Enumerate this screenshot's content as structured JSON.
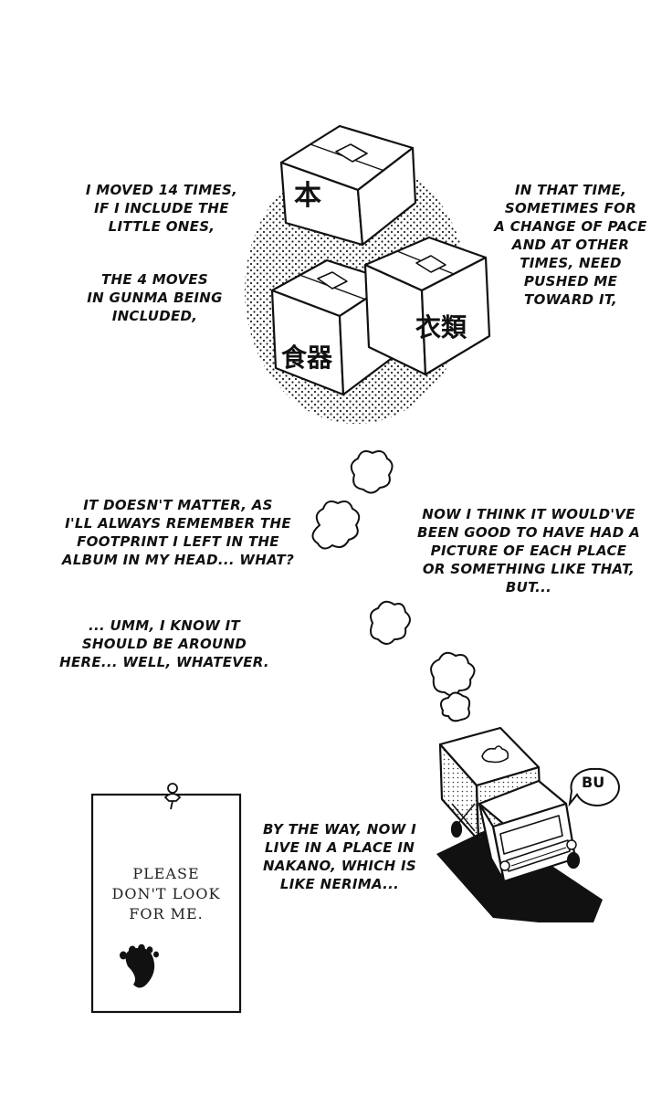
{
  "captions": {
    "moved": [
      "I MOVED 14 TIMES,",
      "IF I INCLUDE THE",
      "LITTLE ONES,"
    ],
    "gunma": [
      "THE 4 MOVES",
      "IN GUNMA BEING",
      "INCLUDED,"
    ],
    "that_time": [
      "IN THAT TIME,",
      "SOMETIMES FOR",
      "A CHANGE OF PACE",
      "AND AT OTHER",
      "TIMES, NEED",
      "PUSHED ME",
      "TOWARD IT,"
    ],
    "doesnt_matter": [
      "IT DOESN'T MATTER, AS",
      "I'LL ALWAYS REMEMBER THE",
      "FOOTPRINT I LEFT IN THE",
      "ALBUM IN MY HEAD... WHAT?"
    ],
    "now_think": [
      "NOW I THINK IT WOULD'VE",
      "BEEN GOOD TO HAVE HAD A",
      "PICTURE OF EACH PLACE",
      "OR SOMETHING LIKE THAT,",
      "BUT..."
    ],
    "umm": [
      "... UMM, I KNOW IT",
      "SHOULD BE AROUND",
      "HERE... WELL, WHATEVER."
    ],
    "by_the_way": [
      "BY THE WAY, NOW I",
      "LIVE IN A PLACE IN",
      "NAKANO, WHICH IS",
      "LIKE NERIMA..."
    ]
  },
  "boxes": {
    "books": "本",
    "dishes": "食器",
    "clothes": "衣類"
  },
  "truck": {
    "sound": "BU"
  },
  "note": {
    "lines": [
      "PLEASE",
      "DON'T LOOK",
      "FOR ME."
    ]
  }
}
